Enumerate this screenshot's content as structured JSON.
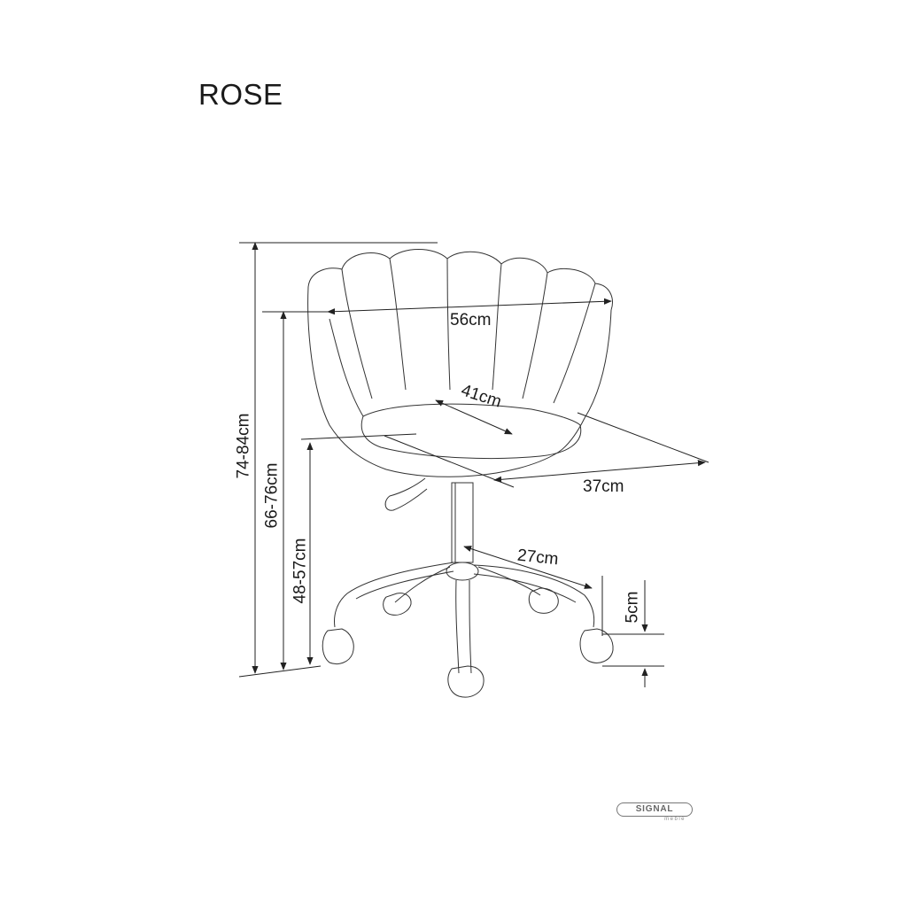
{
  "product": {
    "name": "ROSE"
  },
  "dimensions": {
    "total_height": "74-84cm",
    "arm_height": "66-76cm",
    "seat_height": "48-57cm",
    "width": "56cm",
    "seat_depth": "41cm",
    "depth": "37cm",
    "base_radius": "27cm",
    "caster_height": "5cm"
  },
  "logo": {
    "brand": "SIGNAL",
    "sub": "meble"
  },
  "colors": {
    "line": "#222222",
    "background": "#ffffff"
  }
}
